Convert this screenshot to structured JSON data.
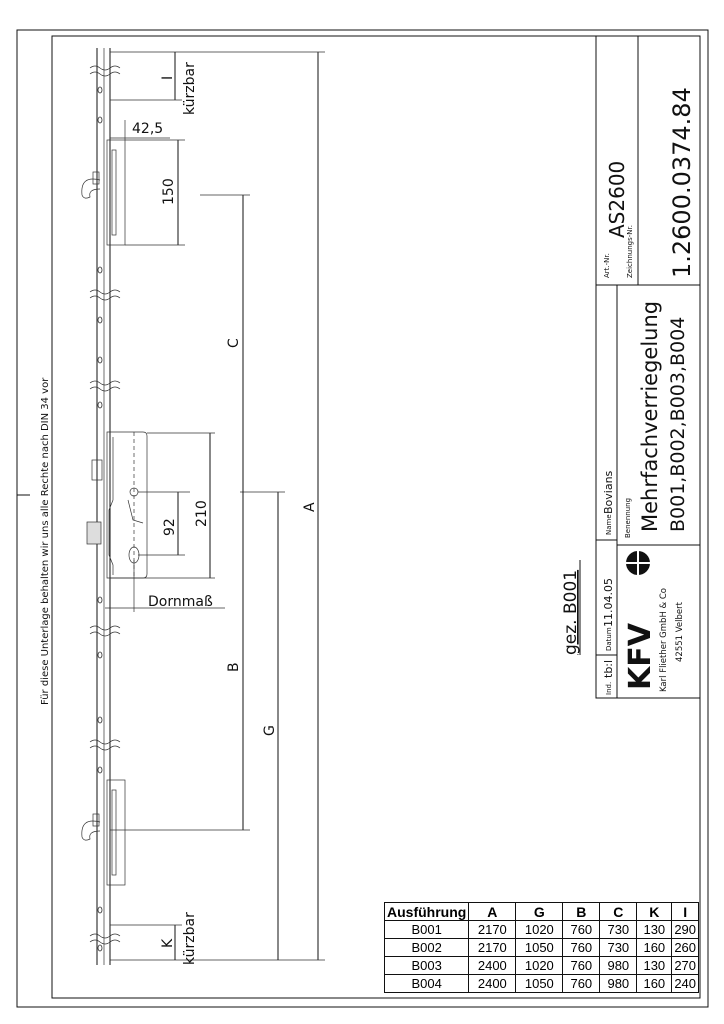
{
  "side_notice": "Für diese Unterlage behalten wir uns alle Rechte nach DIN 34 vor",
  "drawn_by": "gez. B001",
  "dimensions": {
    "A": "A",
    "G": "G",
    "B": "B",
    "C": "C",
    "I": "I",
    "K": "K",
    "shortenable": "kürzbar",
    "d42": "42,5",
    "d150": "150",
    "d210": "210",
    "d92": "92",
    "backset": "Dornmaß"
  },
  "title_block": {
    "index_label": "Ind.",
    "index_value": "tb:l",
    "date_label": "Datum",
    "date_value": "11.04.05",
    "name_label": "Name",
    "name_value": "Bovians",
    "designation_label": "Benennung",
    "designation_line1": "Mehrfachverriegelung",
    "designation_line2": "B001,B002,B003,B004",
    "article_label": "Art.-Nr.",
    "article_value": "AS2600",
    "drawing_no_label": "Zeichnungs-Nr.",
    "drawing_no_value": "1.2600.0374.84",
    "company_logo": "KFV",
    "company_name": "Karl Fliether GmbH & Co",
    "company_city": "42551 Velbert"
  },
  "spec_table": {
    "headers": [
      "Ausführung",
      "A",
      "G",
      "B",
      "C",
      "K",
      "I"
    ],
    "rows": [
      [
        "B001",
        "2170",
        "1020",
        "760",
        "730",
        "130",
        "290"
      ],
      [
        "B002",
        "2170",
        "1050",
        "760",
        "730",
        "160",
        "260"
      ],
      [
        "B003",
        "2400",
        "1020",
        "760",
        "980",
        "130",
        "270"
      ],
      [
        "B004",
        "2400",
        "1050",
        "760",
        "980",
        "160",
        "240"
      ]
    ]
  }
}
